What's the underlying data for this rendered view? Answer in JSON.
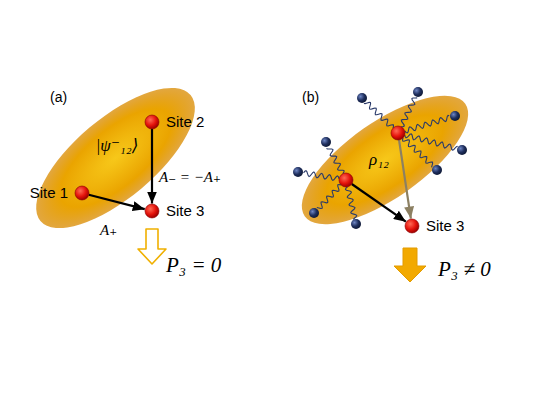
{
  "diagram": {
    "nodes": [
      {
        "text": [
          "|ψ⁻₁₂⟩"
        ]
      },
      {
        "text": [
          "Site 1"
        ],
        "in": 0
      },
      {
        "text": [
          "Site 2"
        ],
        "in": 0
      },
      {
        "text": [
          "Site 3"
        ]
      },
      {
        "text": [
          "ρ₁₂"
        ]
      },
      {
        "text": [],
        "in": 4
      },
      {
        "text": [],
        "in": 4
      },
      {
        "text": [
          "Site 3"
        ]
      }
    ],
    "edges": [
      {
        "from": 1,
        "to": 3,
        "arrow": "to",
        "label": "A₊"
      },
      {
        "from": 2,
        "to": 3,
        "arrow": "to",
        "label": "A₋ = −A₊"
      },
      {
        "from": 5,
        "to": 7,
        "arrow": "to"
      },
      {
        "from": 6,
        "to": 7,
        "arrow": "to"
      }
    ],
    "labels": [
      "(a)",
      "(b)",
      "P₃ = 0",
      "P₃ ≠ 0"
    ]
  }
}
